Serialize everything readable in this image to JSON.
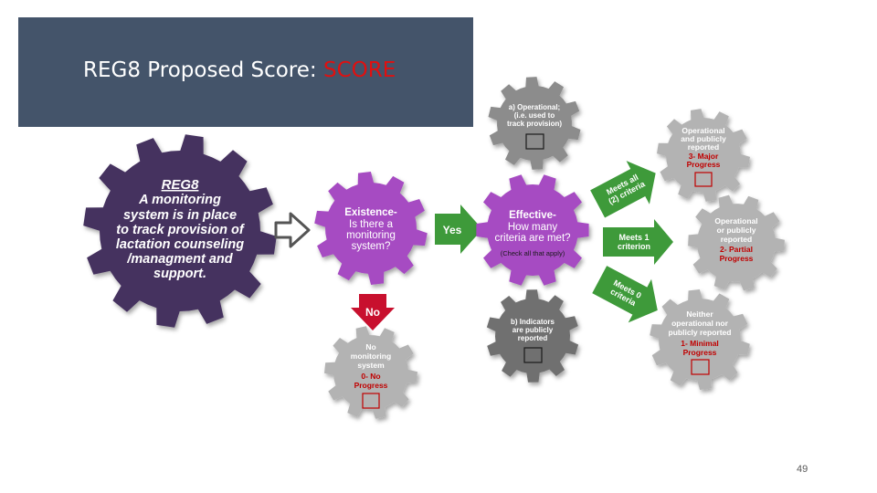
{
  "slide": {
    "title_prefix": "REG8 Proposed Score: ",
    "title_score": "SCORE",
    "page_number": "49"
  },
  "colors": {
    "title_band": "#44546a",
    "dark_purple_gear": "#45305f",
    "purple_gear": "#a64bc2",
    "dark_gray_gear": "#6f6f6f",
    "light_gray_gear": "#b3b3b3",
    "green_arrow": "#3e9a3a",
    "red_arrow": "#c8102e",
    "score_red": "#c00000"
  },
  "main_gear": {
    "heading": "REG8",
    "lines": [
      "A monitoring",
      "system is in place",
      "to track provision of",
      "lactation counseling",
      "/managment and",
      "support."
    ]
  },
  "existence_gear": {
    "heading": "Existence-",
    "lines": [
      "Is there a",
      "monitoring",
      "system?"
    ]
  },
  "effective_gear": {
    "heading": "Effective-",
    "lines": [
      "How many",
      "criteria are met?"
    ],
    "note": "(Check all that apply)"
  },
  "criterion_a_gear": {
    "lines": [
      "a) Operational;",
      "(i.e. used to",
      "track provision)"
    ]
  },
  "criterion_b_gear": {
    "lines": [
      "b) Indicators",
      "are publicly",
      "reported"
    ]
  },
  "no_gear": {
    "lines": [
      "No",
      "monitoring",
      "system"
    ],
    "score_lines": [
      "0- No",
      "Progress"
    ]
  },
  "major_gear": {
    "lines": [
      "Operational",
      "and publicly",
      "reported"
    ],
    "score_lines": [
      "3- Major",
      "Progress"
    ]
  },
  "partial_gear": {
    "lines": [
      "Operational",
      "or publicly",
      "reported"
    ],
    "score_lines": [
      "2- Partial",
      "Progress"
    ]
  },
  "minimal_gear": {
    "lines": [
      "Neither",
      "operational nor",
      "publicly reported"
    ],
    "score_lines": [
      "1- Minimal",
      "Progress"
    ]
  },
  "arrows": {
    "yes": "Yes",
    "no": "No",
    "meets_all": [
      "Meets all",
      "(2) criteria"
    ],
    "meets_one": [
      "Meets 1",
      "criterion"
    ],
    "meets_zero": [
      "Meets 0",
      "criteria"
    ]
  }
}
